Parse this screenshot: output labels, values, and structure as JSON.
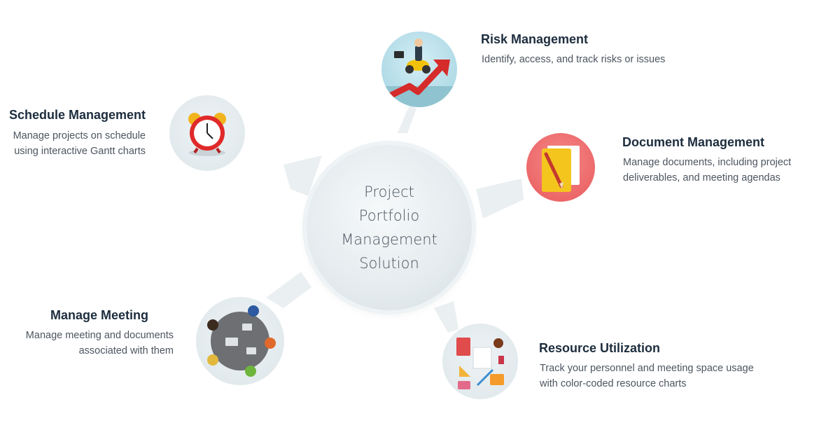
{
  "center": {
    "lines": [
      "Project",
      "Portfolio",
      "Management",
      "Solution"
    ]
  },
  "features": {
    "risk": {
      "title": "Risk Management",
      "desc": [
        "Identify, access, and track risks or issues"
      ],
      "icon": "rising-arrow-businessman-icon"
    },
    "schedule": {
      "title": "Schedule Management",
      "desc": [
        "Manage projects on schedule",
        "using interactive Gantt charts"
      ],
      "icon": "alarm-clock-icon"
    },
    "document": {
      "title": "Document Management",
      "desc": [
        "Manage documents, including project",
        "deliverables, and meeting agendas"
      ],
      "icon": "folder-pencil-icon"
    },
    "meeting": {
      "title": "Manage Meeting",
      "desc": [
        "Manage meeting and documents",
        "associated with them"
      ],
      "icon": "meeting-table-icon"
    },
    "resource": {
      "title": "Resource Utilization",
      "desc": [
        "Track your personnel and meeting space usage",
        "with color-coded resource charts"
      ],
      "icon": "desk-supplies-icon"
    }
  },
  "colors": {
    "title": "#1d2d3e",
    "text": "#4d5560",
    "ray": "#e4eaed"
  }
}
